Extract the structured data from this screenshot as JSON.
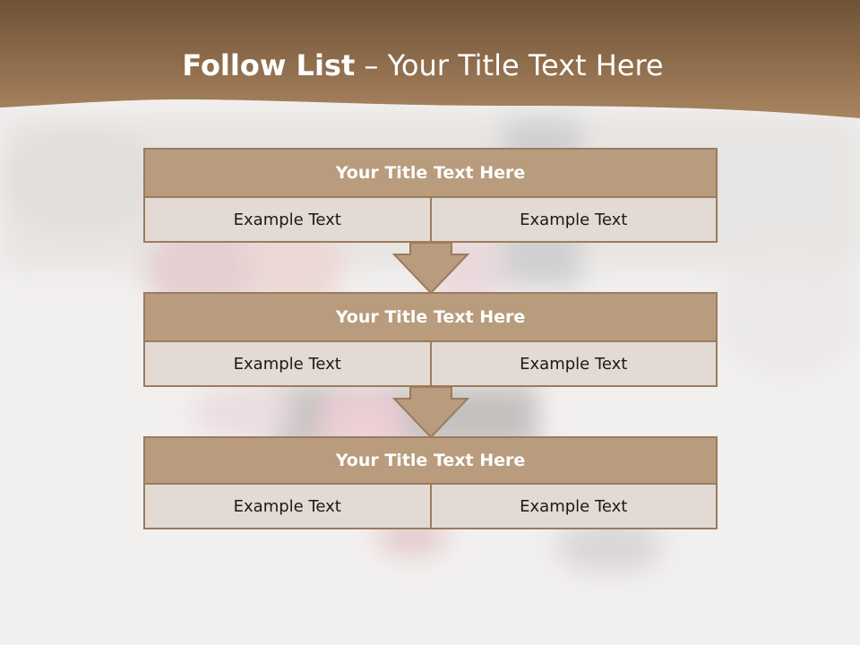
{
  "slide": {
    "title_bold": "Follow List",
    "title_rest": " – Your Title Text Here"
  },
  "blocks": [
    {
      "title": "Your Title Text Here",
      "left": "Example Text",
      "right": "Example Text"
    },
    {
      "title": "Your Title Text Here",
      "left": "Example Text",
      "right": "Example Text"
    },
    {
      "title": "Your Title Text Here",
      "left": "Example Text",
      "right": "Example Text"
    }
  ],
  "colors": {
    "header_brown": "#8c6a45",
    "block_title_fill": "#b89c7d",
    "block_cell_fill": "#e2dad3",
    "border": "#9b7c5c"
  }
}
